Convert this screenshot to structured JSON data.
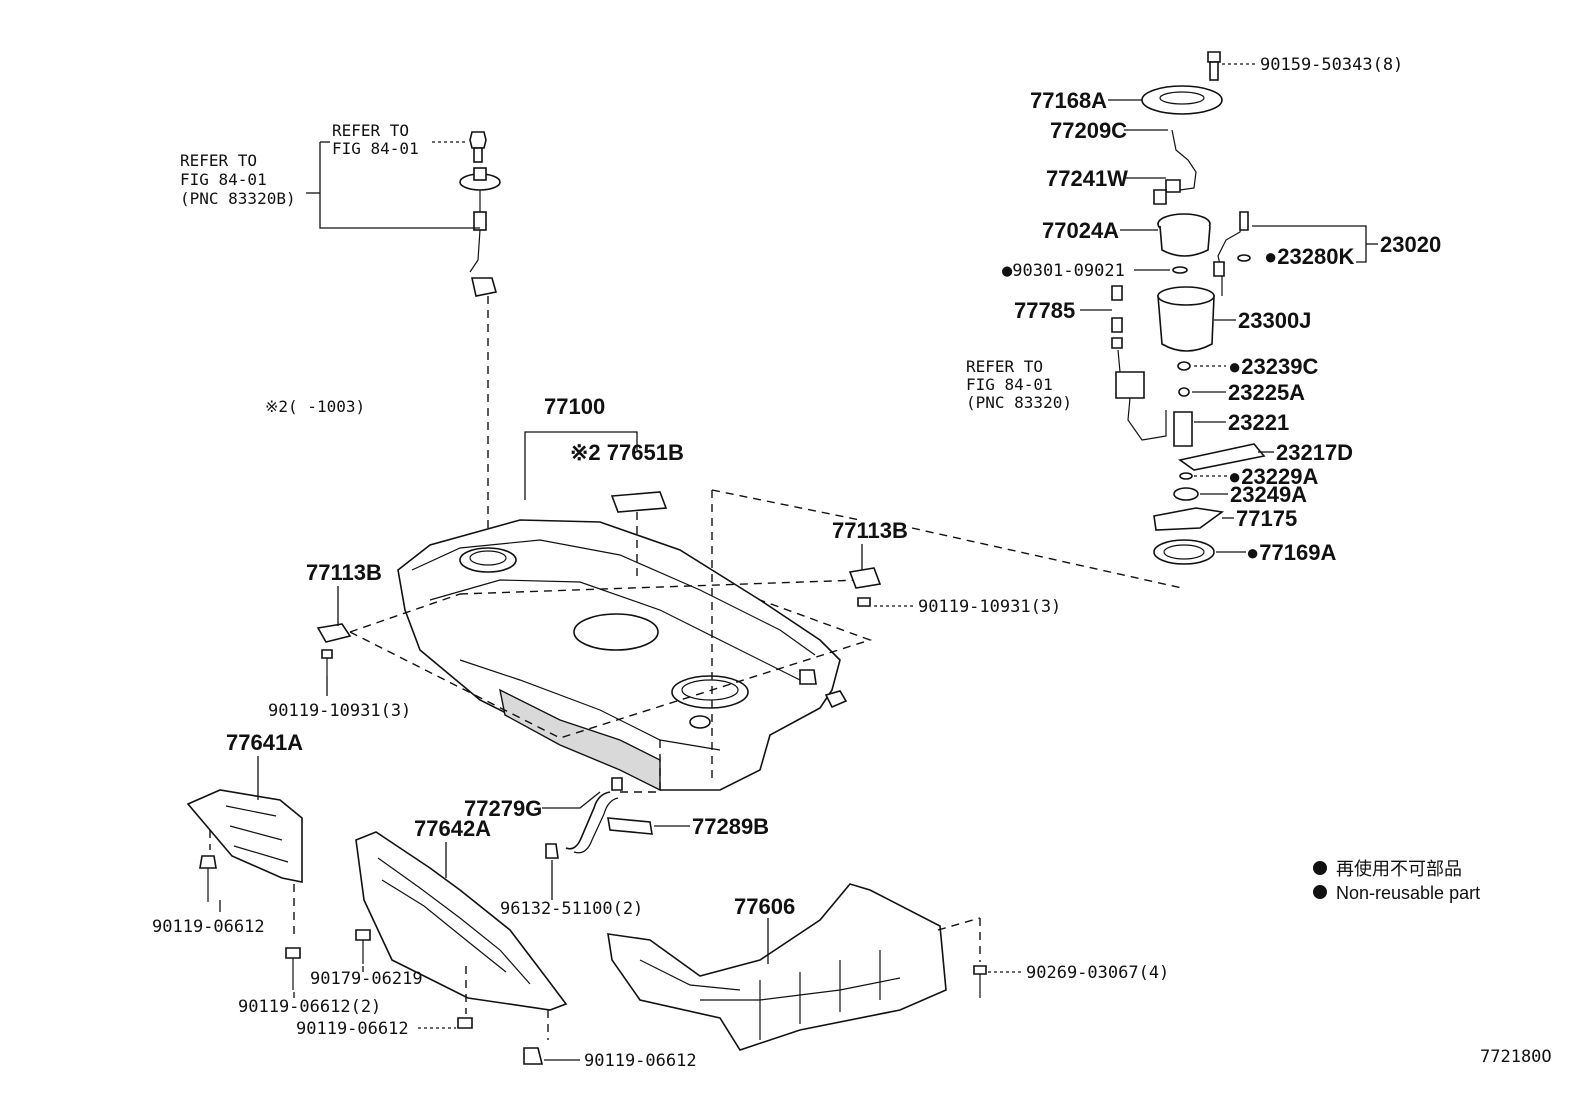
{
  "diagram_code": "772180O",
  "legend": {
    "line1": "再使用不可部品",
    "line2": "Non-reusable part"
  },
  "refs": {
    "left_top_1": "REFER TO",
    "left_top_2": "FIG 84-01",
    "left_main_1": "REFER TO",
    "left_main_2": "FIG 84-01",
    "left_main_3": "(PNC 83320B)",
    "right_1": "REFER TO",
    "right_2": "FIG 84-01",
    "right_3": "(PNC 83320)"
  },
  "note_left": "※2(   -1003)",
  "labels": {
    "p77100": "77100",
    "p77651B": "※2 77651B",
    "p77113B_left": "77113B",
    "p77113B_right": "77113B",
    "p90119_10931_left": "90119-10931(3)",
    "p90119_10931_right": "90119-10931(3)",
    "p77641A": "77641A",
    "p77642A": "77642A",
    "p77279G": "77279G",
    "p77289B": "77289B",
    "p96132": "96132-51100(2)",
    "p77606": "77606",
    "p90269": "90269-03067(4)",
    "p90119_06612_a": "90119-06612",
    "p90179": "90179-06219",
    "p90119_06612_2": "90119-06612(2)",
    "p90119_06612_b": "90119-06612",
    "p90119_06612_c": "90119-06612",
    "p90159": "90159-50343(8)",
    "p77168A": "77168A",
    "p77209C": "77209C",
    "p77241W": "77241W",
    "p77024A": "77024A",
    "p23020": "23020",
    "p23280K": "●23280K",
    "p90301": "●90301-09021",
    "p77785": "77785",
    "p23300J": "23300J",
    "p23239C": "●23239C",
    "p23225A": "23225A",
    "p23221": "23221",
    "p23217D": "23217D",
    "p23229A": "●23229A",
    "p23249A": "23249A",
    "p77175": "77175",
    "p77169A": "●77169A"
  },
  "icons": [
    "bullet-dot-icon"
  ]
}
